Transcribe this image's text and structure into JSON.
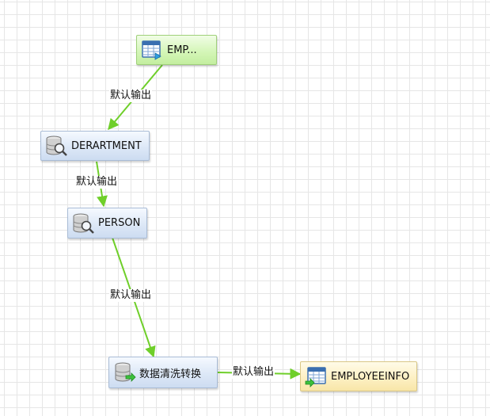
{
  "nodes": {
    "emp": {
      "label": "EMP...",
      "icon": "table-output-icon"
    },
    "department": {
      "label": "DERARTMENT",
      "icon": "database-search-icon"
    },
    "person": {
      "label": "PERSON",
      "icon": "database-search-icon"
    },
    "clean": {
      "label": "数据清洗转换",
      "icon": "database-transform-icon"
    },
    "employeeinfo": {
      "label": "EMPLOYEEINFO",
      "icon": "table-input-icon"
    }
  },
  "edges": {
    "emp_to_department": {
      "label": "默认输出"
    },
    "department_to_person": {
      "label": "默认输出"
    },
    "person_to_clean": {
      "label": "默认输出"
    },
    "clean_to_employeeinfo": {
      "label": "默认输出"
    }
  },
  "colors": {
    "edge": "#6fcf2a",
    "grid": "#e6e6e6",
    "node_blue": "#dde8f7",
    "node_green": "#d5f6b9",
    "node_yellow": "#fdf0c4"
  }
}
